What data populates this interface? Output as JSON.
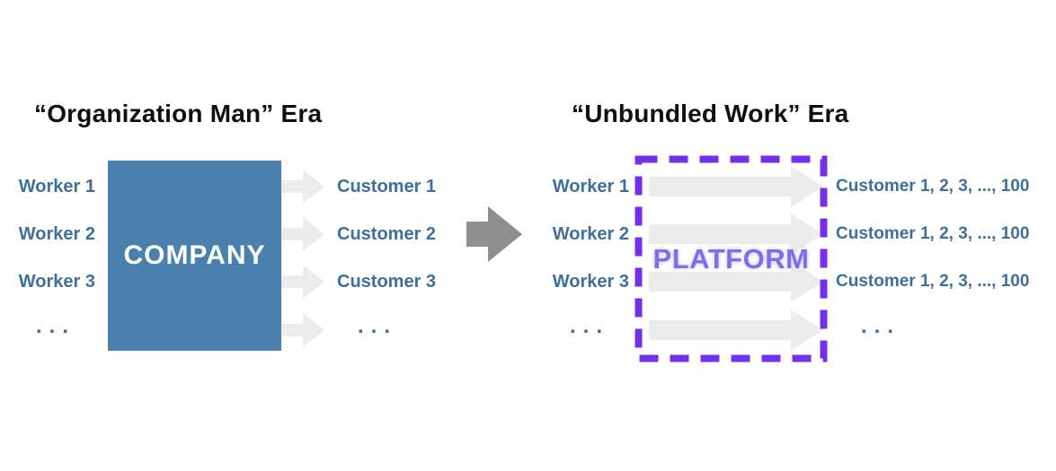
{
  "left_panel": {
    "title": "“Organization Man” Era",
    "workers": [
      "Worker 1",
      "Worker 2",
      "Worker 3"
    ],
    "workers_ellipsis": "...",
    "company_label": "COMPANY",
    "customers": [
      "Customer 1",
      "Customer 2",
      "Customer 3"
    ],
    "customers_ellipsis": "..."
  },
  "right_panel": {
    "title": "“Unbundled Work” Era",
    "workers": [
      "Worker 1",
      "Worker 2",
      "Worker 3"
    ],
    "workers_ellipsis": "...",
    "platform_label": "PLATFORM",
    "customers": [
      "Customer 1, 2, 3, ..., 100",
      "Customer 1, 2, 3, ..., 100",
      "Customer 1, 2, 3, ..., 100"
    ],
    "customers_ellipsis": "..."
  },
  "colors": {
    "company_blue": "#4a80ae",
    "label_blue": "#3e6f9d",
    "platform_text_purple": "#7f6cee",
    "platform_dash_purple": "#7430e8",
    "flow_arrow_gray": "#ececec",
    "transition_arrow_gray": "#8e8e8e",
    "title_black": "#0f0f0f",
    "background": "#ffffff"
  }
}
